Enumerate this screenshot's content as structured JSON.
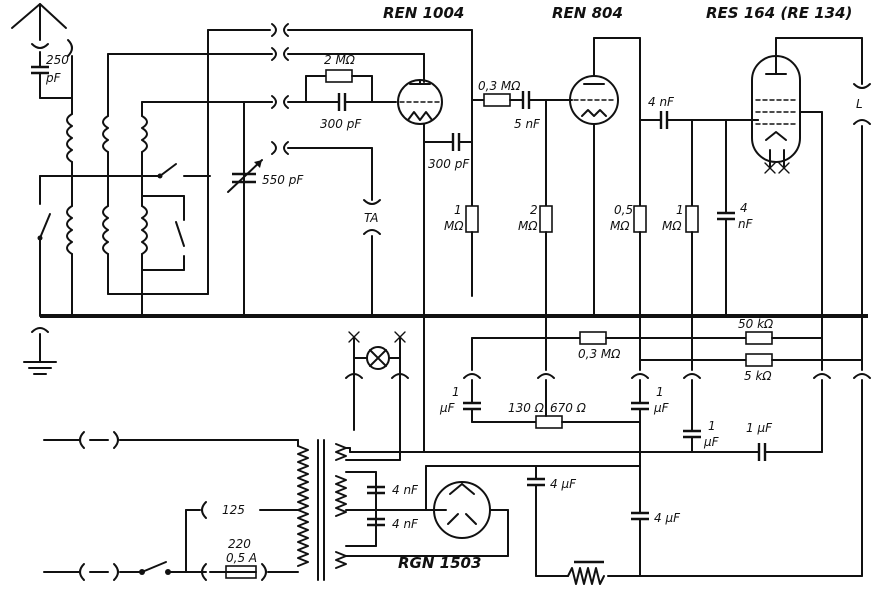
{
  "tubes": {
    "t1": "REN 1004",
    "t2": "REN 804",
    "t3": "RES 164 (RE 134)",
    "rect": "RGN 1503"
  },
  "labels": {
    "c250": "250",
    "c250u": "pF",
    "r2m": "2 MΩ",
    "c300": "300 pF",
    "c550": "550 pF",
    "ta": "TA",
    "c300b": "300 pF",
    "r03a": "0,3 MΩ",
    "c5n": "5 nF",
    "c4n": "4 nF",
    "r1a1": "1",
    "r1a2": "MΩ",
    "r2b1": "2",
    "r2b2": "MΩ",
    "r05a": "0,5",
    "r05b": "MΩ",
    "r1c1": "1",
    "r1c2": "MΩ",
    "c4nv1": "4",
    "c4nv2": "nF",
    "l": "L",
    "r50k": "50 kΩ",
    "r03b": "0,3 MΩ",
    "r5k": "5 kΩ",
    "c1a1": "1",
    "c1a2": "µF",
    "r130": "130 Ω",
    "r670": "670 Ω",
    "c1b1": "1",
    "c1b2": "µF",
    "c1c1": "1",
    "c1c2": "µF",
    "c1uf": "1 µF",
    "c4na": "4 nF",
    "c4nb": "4 nF",
    "c4uf1": "4 µF",
    "c4uf2": "4 µF",
    "v125": "125",
    "v220": "220",
    "fuse": "0,5 A"
  }
}
